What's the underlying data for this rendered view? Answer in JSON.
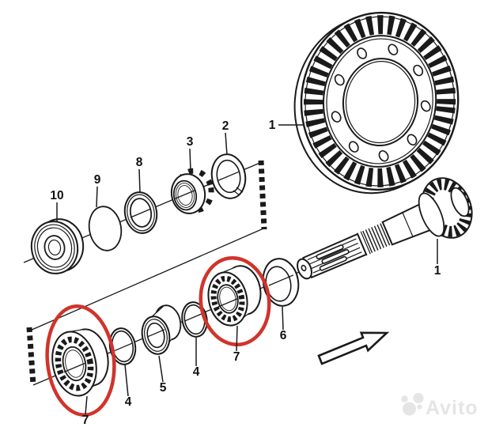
{
  "diagram": {
    "callouts": [
      {
        "text": "1"
      },
      {
        "text": "1"
      },
      {
        "text": "2"
      },
      {
        "text": "3"
      },
      {
        "text": "8"
      },
      {
        "text": "9"
      },
      {
        "text": "10"
      },
      {
        "text": "6"
      },
      {
        "text": "7"
      },
      {
        "text": "4"
      },
      {
        "text": "5"
      },
      {
        "text": "4"
      },
      {
        "text": "7"
      }
    ],
    "colors": {
      "line": "#1a1a1a",
      "highlight": "#d0342c",
      "watermark": "#e5e5e5"
    }
  },
  "watermark": {
    "text": "Avito"
  }
}
